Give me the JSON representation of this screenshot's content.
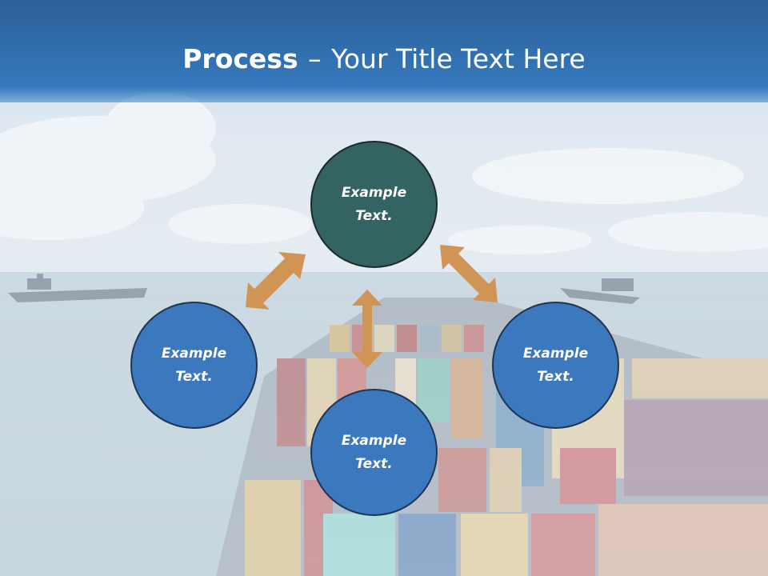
{
  "slide": {
    "title_bold": "Process",
    "title_dash": "–",
    "title_rest": "Your Title Text Here",
    "colors": {
      "header_blue": "#2f6fae",
      "node_teal": "#336461",
      "node_blue": "#3b78bd",
      "arrow_orange": "#d09455"
    }
  },
  "nodes": {
    "top": "Example Text.",
    "left": "Example Text.",
    "right": "Example Text.",
    "bottom": "Example Text."
  }
}
